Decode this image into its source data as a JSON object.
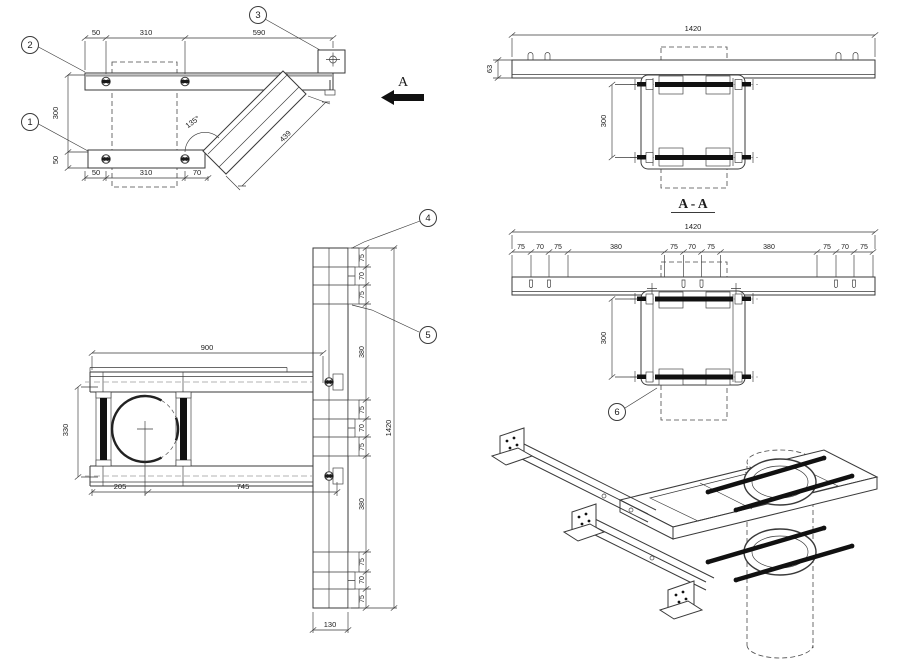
{
  "labels": {
    "view_arrow": "A",
    "section_title": "A - A"
  },
  "callouts": {
    "c1": "1",
    "c2": "2",
    "c3": "3",
    "c4": "4",
    "c5": "5",
    "c6": "6"
  },
  "front_view": {
    "dim_top": [
      "50",
      "310",
      "590"
    ],
    "dim_left": [
      "300",
      "50"
    ],
    "dim_bottom": [
      "50",
      "310",
      "70"
    ],
    "dim_angle": "135°",
    "dim_diagonal": "439"
  },
  "section_view": {
    "dim_overall": "1420",
    "dim_beam_height": "63",
    "dim_bolt_spacing": "300"
  },
  "plan_view": {
    "dim_overall": "1420",
    "dim_segments": [
      "75",
      "70",
      "75",
      "380",
      "75",
      "70",
      "75",
      "380",
      "75",
      "70",
      "75"
    ],
    "dim_bolt_spacing": "300"
  },
  "side_view": {
    "dim_beam_length": "900",
    "dim_bolt_spacing": "330",
    "dim_offset_left": "205",
    "dim_offset_right": "745",
    "dim_segments": [
      "75",
      "70",
      "75",
      "380",
      "75",
      "70",
      "75",
      "380",
      "75",
      "70",
      "75"
    ],
    "dim_overall": "1420",
    "dim_column_width": "130"
  }
}
